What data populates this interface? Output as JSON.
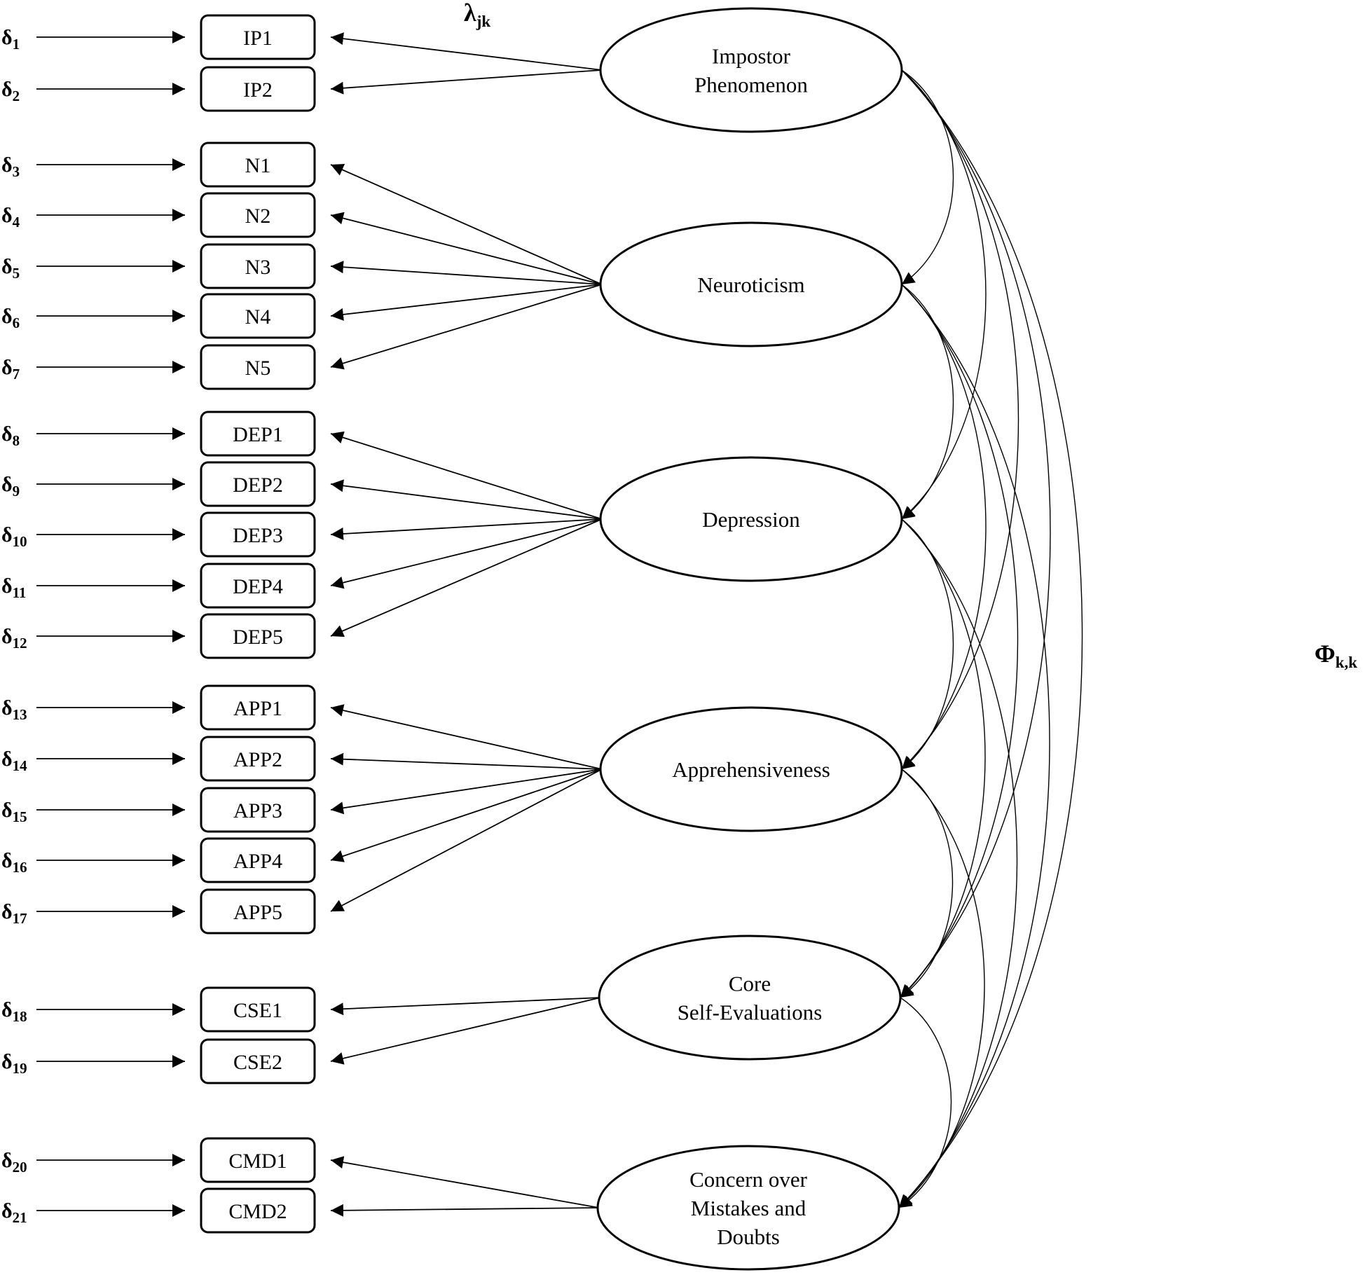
{
  "symbols": {
    "loading": {
      "base": "λ",
      "sub": "jk"
    },
    "covariance": {
      "base": "Φ",
      "sub": "k,k"
    }
  },
  "factors": [
    {
      "id": "ip",
      "lines": [
        "Impostor",
        "Phenomenon"
      ]
    },
    {
      "id": "n",
      "lines": [
        "Neuroticism"
      ]
    },
    {
      "id": "dep",
      "lines": [
        "Depression"
      ]
    },
    {
      "id": "app",
      "lines": [
        "Apprehensiveness"
      ]
    },
    {
      "id": "cse",
      "lines": [
        "Core",
        "Self-Evaluations"
      ]
    },
    {
      "id": "cmd",
      "lines": [
        "Concern over",
        "Mistakes and",
        "Doubts"
      ]
    }
  ],
  "indicators": [
    {
      "label": "IP1",
      "factor": "ip",
      "error": {
        "base": "δ",
        "sub": "1"
      }
    },
    {
      "label": "IP2",
      "factor": "ip",
      "error": {
        "base": "δ",
        "sub": "2"
      }
    },
    {
      "label": "N1",
      "factor": "n",
      "error": {
        "base": "δ",
        "sub": "3"
      }
    },
    {
      "label": "N2",
      "factor": "n",
      "error": {
        "base": "δ",
        "sub": "4"
      }
    },
    {
      "label": "N3",
      "factor": "n",
      "error": {
        "base": "δ",
        "sub": "5"
      }
    },
    {
      "label": "N4",
      "factor": "n",
      "error": {
        "base": "δ",
        "sub": "6"
      }
    },
    {
      "label": "N5",
      "factor": "n",
      "error": {
        "base": "δ",
        "sub": "7"
      }
    },
    {
      "label": "DEP1",
      "factor": "dep",
      "error": {
        "base": "δ",
        "sub": "8"
      }
    },
    {
      "label": "DEP2",
      "factor": "dep",
      "error": {
        "base": "δ",
        "sub": "9"
      }
    },
    {
      "label": "DEP3",
      "factor": "dep",
      "error": {
        "base": "δ",
        "sub": "10"
      }
    },
    {
      "label": "DEP4",
      "factor": "dep",
      "error": {
        "base": "δ",
        "sub": "11"
      }
    },
    {
      "label": "DEP5",
      "factor": "dep",
      "error": {
        "base": "δ",
        "sub": "12"
      }
    },
    {
      "label": "APP1",
      "factor": "app",
      "error": {
        "base": "δ",
        "sub": "13"
      }
    },
    {
      "label": "APP2",
      "factor": "app",
      "error": {
        "base": "δ",
        "sub": "14"
      }
    },
    {
      "label": "APP3",
      "factor": "app",
      "error": {
        "base": "δ",
        "sub": "15"
      }
    },
    {
      "label": "APP4",
      "factor": "app",
      "error": {
        "base": "δ",
        "sub": "16"
      }
    },
    {
      "label": "APP5",
      "factor": "app",
      "error": {
        "base": "δ",
        "sub": "17"
      }
    },
    {
      "label": "CSE1",
      "factor": "cse",
      "error": {
        "base": "δ",
        "sub": "18"
      }
    },
    {
      "label": "CSE2",
      "factor": "cse",
      "error": {
        "base": "δ",
        "sub": "19"
      }
    },
    {
      "label": "CMD1",
      "factor": "cmd",
      "error": {
        "base": "δ",
        "sub": "20"
      }
    },
    {
      "label": "CMD2",
      "factor": "cmd",
      "error": {
        "base": "δ",
        "sub": "21"
      }
    }
  ],
  "covariances": [
    [
      "ip",
      "n"
    ],
    [
      "ip",
      "dep"
    ],
    [
      "ip",
      "app"
    ],
    [
      "ip",
      "cse"
    ],
    [
      "ip",
      "cmd"
    ],
    [
      "n",
      "dep"
    ],
    [
      "n",
      "app"
    ],
    [
      "n",
      "cse"
    ],
    [
      "n",
      "cmd"
    ],
    [
      "dep",
      "app"
    ],
    [
      "dep",
      "cse"
    ],
    [
      "dep",
      "cmd"
    ],
    [
      "app",
      "cse"
    ],
    [
      "app",
      "cmd"
    ],
    [
      "cse",
      "cmd"
    ]
  ]
}
